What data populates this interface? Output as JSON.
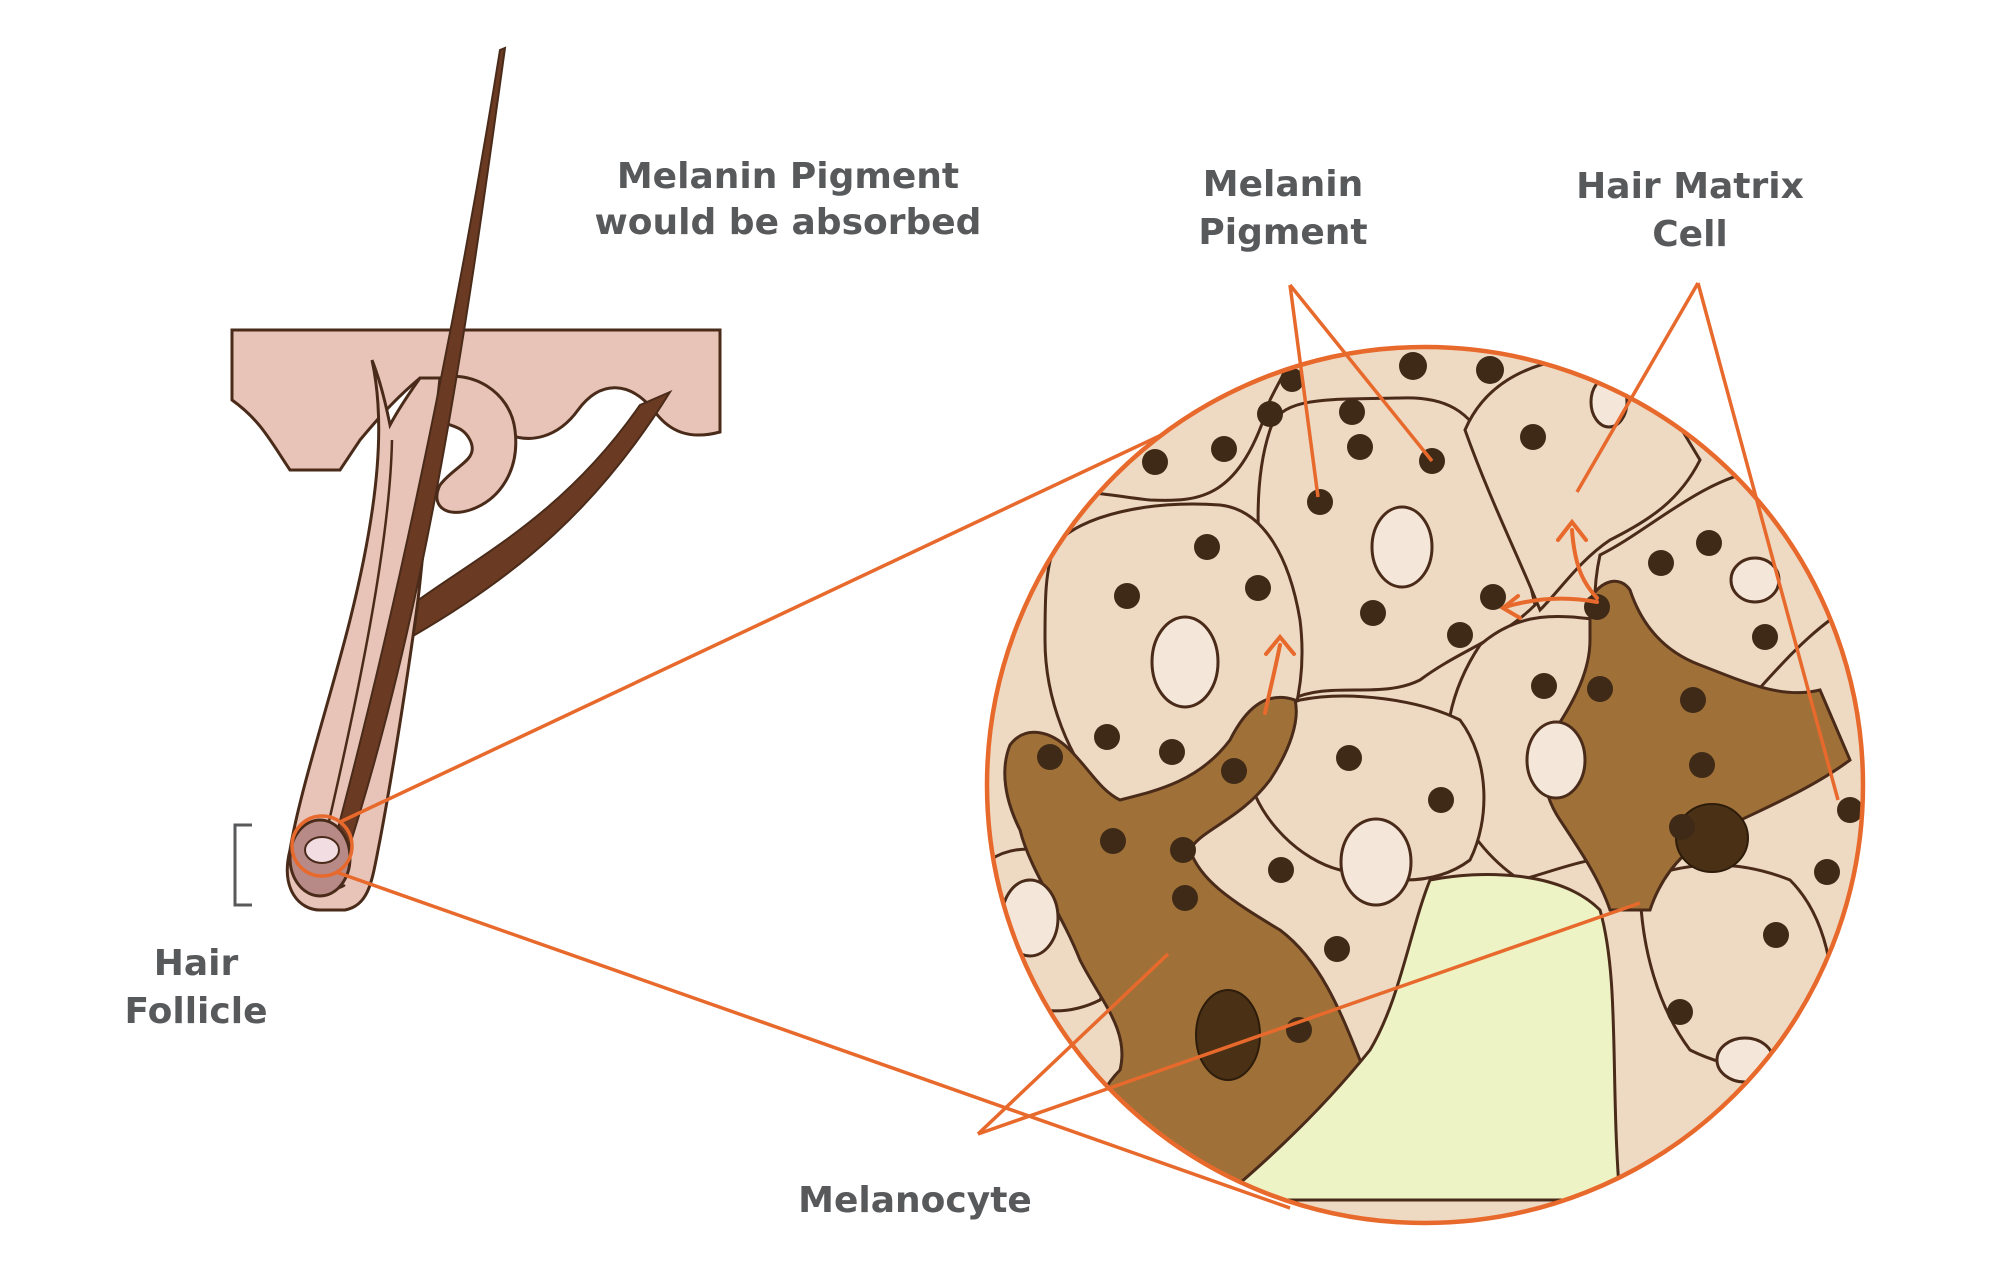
{
  "labels": {
    "absorbed_line1": "Melanin Pigment",
    "absorbed_line2": "would be absorbed",
    "pigment_line1": "Melanin",
    "pigment_line2": "Pigment",
    "matrix_line1": "Hair Matrix",
    "matrix_line2": "Cell",
    "follicle_line1": "Hair",
    "follicle_line2": "Follicle",
    "melanocyte": "Melanocyte"
  },
  "colors": {
    "accent": "#e8692c",
    "outline": "#4a2b1a",
    "skin": "#e8c4b8",
    "hair": "#6b3a22",
    "cell": "#eed9c2",
    "nucleus": "#f4e6d8",
    "melanocyte": "#9f7138",
    "melanocyte_nucleus": "#4a3015",
    "papilla": "#eef3c6",
    "text": "#58595b"
  }
}
